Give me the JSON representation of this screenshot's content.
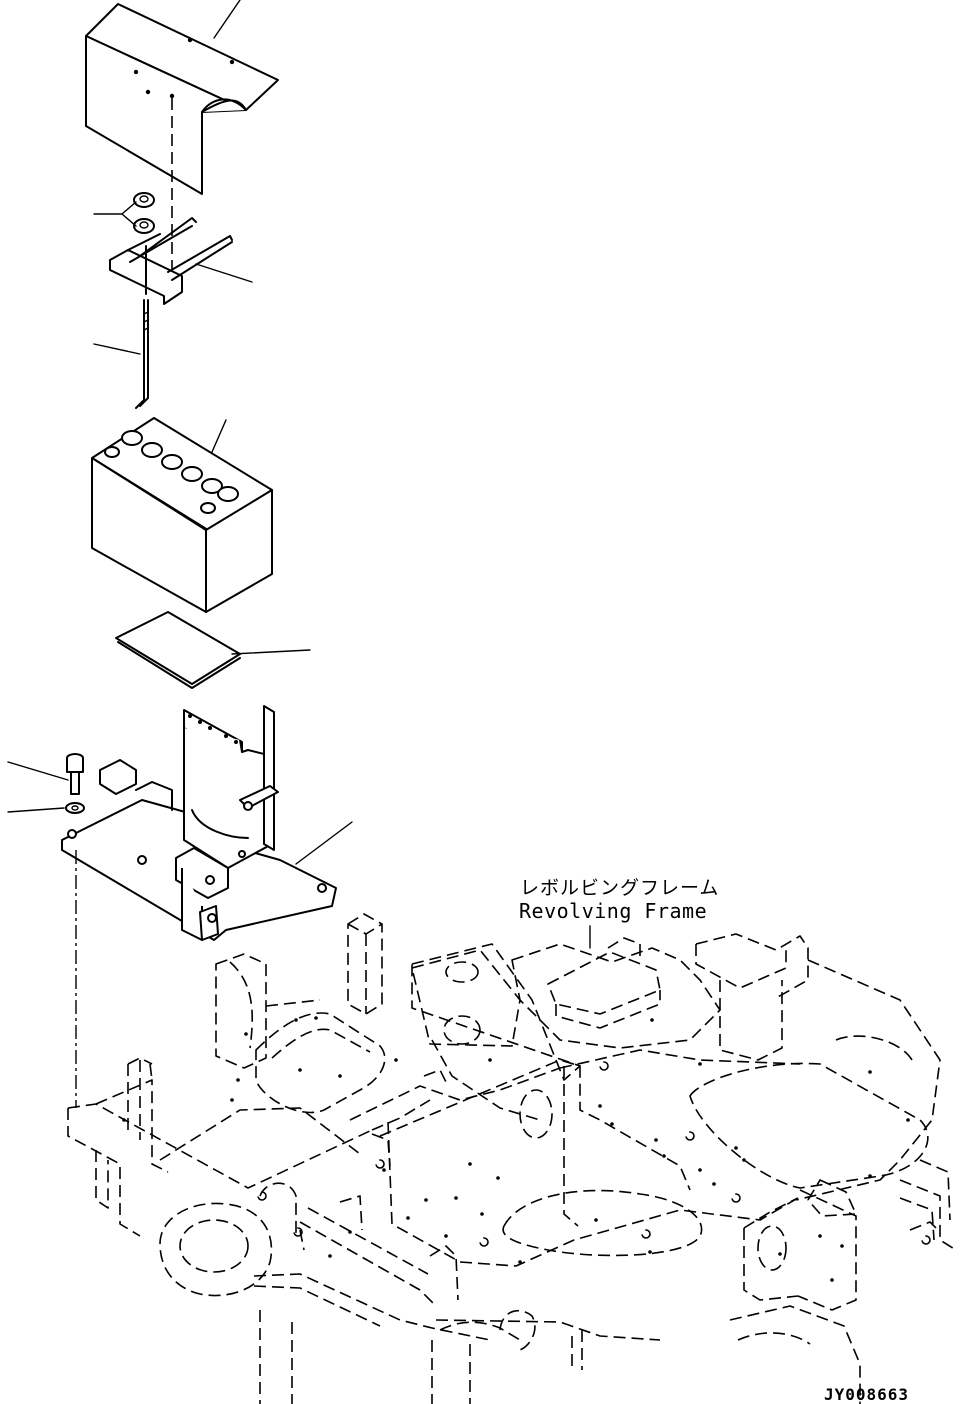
{
  "labels": {
    "frame_ja": "レボルビングフレーム",
    "frame_en": "Revolving Frame",
    "drawing_id": "JY008663"
  }
}
